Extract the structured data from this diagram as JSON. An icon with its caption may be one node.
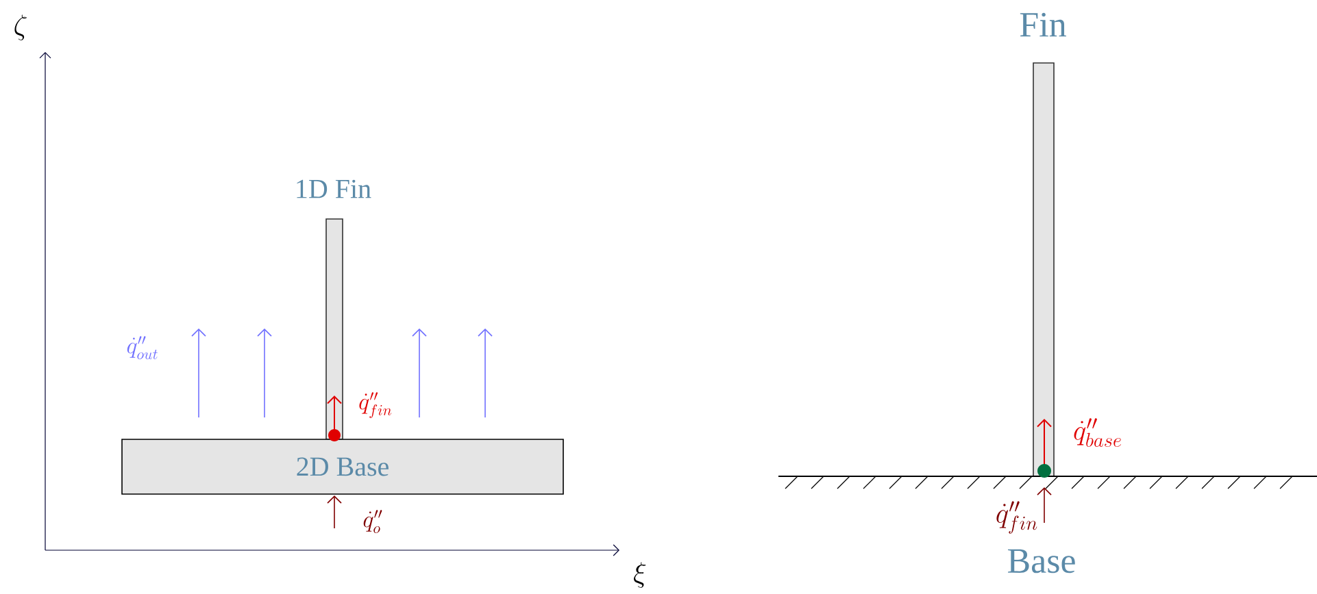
{
  "diagram": {
    "nodes": [
      {
        "text": [
          "1D Fin"
        ]
      },
      {
        "text": [
          "2D Base"
        ]
      },
      {
        "text": [
          "Fin"
        ]
      },
      {
        "text": [
          "Base"
        ]
      }
    ],
    "labels": [
      "\\zeta",
      "\\xi",
      "\\dot{q}''_{out}",
      "\\dot{q}''_{fin}",
      "\\dot{q}''_{o}",
      "\\dot{q}''_{base}",
      "\\dot{q}''_{fin}"
    ]
  }
}
